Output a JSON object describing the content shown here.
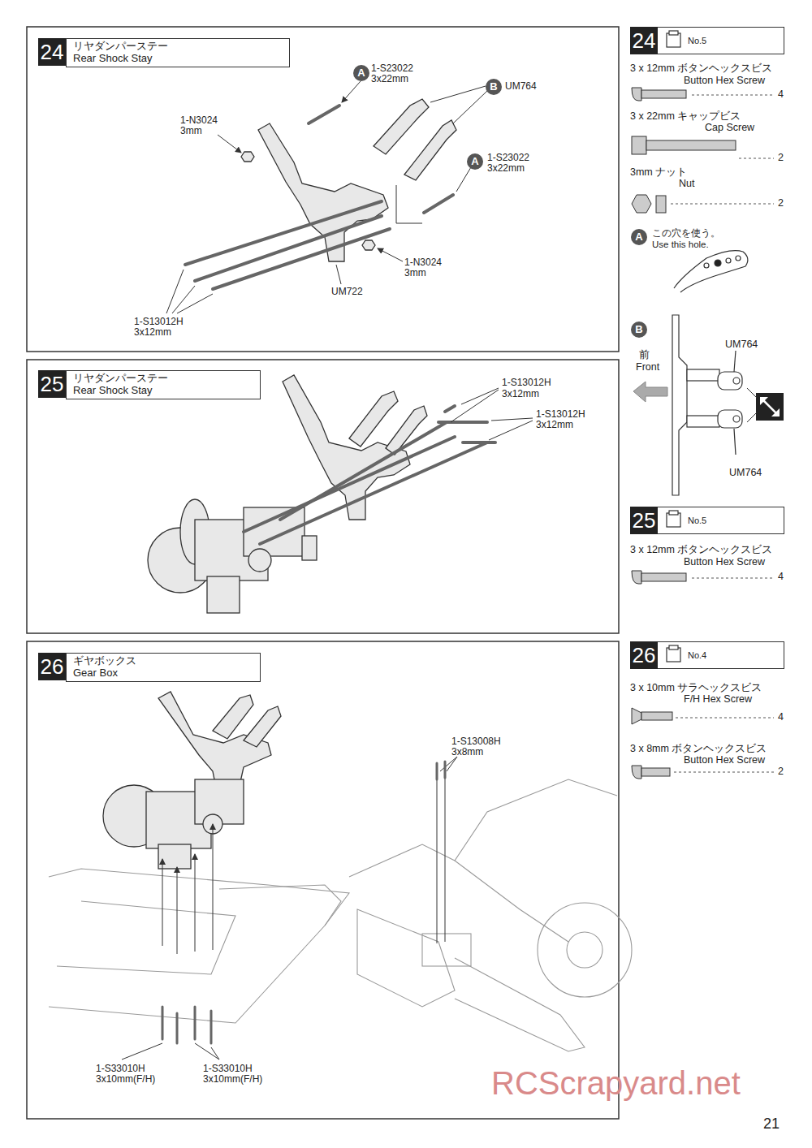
{
  "diagram": {
    "nodes": [
      {
        "text": [
          "24",
          "リヤダンパーステー Rear Shock Stay"
        ]
      },
      {
        "text": [
          "25",
          "リヤダンパーステー Rear Shock Stay"
        ]
      },
      {
        "text": [
          "26",
          "ギヤボックス Gear Box"
        ]
      },
      {
        "text": [
          "24",
          "No.5"
        ]
      },
      {
        "text": [
          "25",
          "No.5"
        ]
      },
      {
        "text": [
          "26",
          "No.4"
        ]
      },
      {
        "text": [
          "A"
        ]
      },
      {
        "text": [
          "B"
        ]
      },
      {
        "text": [
          "A"
        ]
      },
      {
        "text": [
          "A"
        ]
      },
      {
        "text": [
          "B"
        ]
      }
    ],
    "labels": [
      "1-S23022",
      "3x22mm",
      "UM764",
      "1-N3024",
      "3mm",
      "1-S23022",
      "3x22mm",
      "1-N3024",
      "3mm",
      "UM722",
      "1-S13012H",
      "3x12mm",
      "1-S13012H",
      "3x12mm",
      "1-S13012H",
      "3x12mm",
      "1-S13008H",
      "3x8mm",
      "1-S33010H",
      "3x10mm(F/H)",
      "1-S33010H",
      "3x10mm(F/H)",
      "3 x 12mm ボタンヘックスビス",
      "Button Hex Screw",
      "4",
      "3 x 22mm キャップビス",
      "Cap Screw",
      "2",
      "3mm ナット",
      "Nut",
      "2",
      "この穴を使う。",
      "Use this hole.",
      "前",
      "Front",
      "UM764",
      "UM764",
      "3 x 12mm ボタンヘックスビス",
      "Button Hex Screw",
      "4",
      "3 x 10mm サラヘックスビス",
      "F/H Hex Screw",
      "4",
      "3 x 8mm ボタンヘックスビス",
      "Button Hex Screw",
      "2",
      "RCScrapyard.net",
      "21"
    ]
  }
}
